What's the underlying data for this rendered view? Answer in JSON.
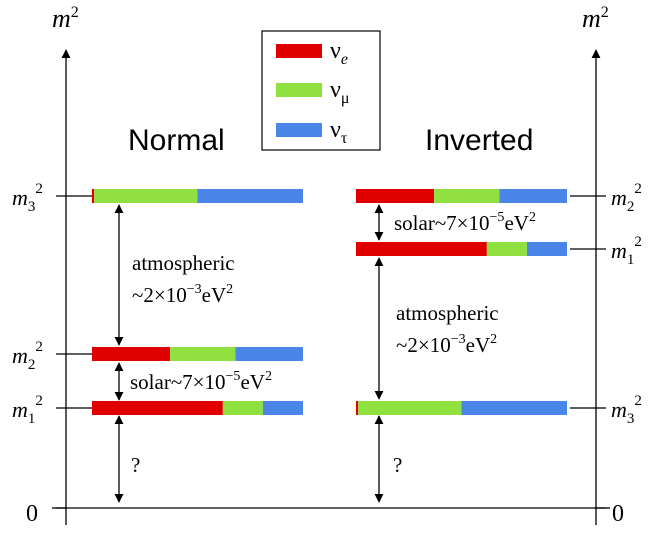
{
  "axes": {
    "left_label": "m",
    "left_label_sup": "2",
    "right_label": "m",
    "right_label_sup": "2",
    "zero_left": "0",
    "zero_right": "0"
  },
  "legend": {
    "items": [
      {
        "base": "ν",
        "sub": "e",
        "color": "#e00000"
      },
      {
        "base": "ν",
        "sub": "μ",
        "color": "#90e040"
      },
      {
        "base": "ν",
        "sub": "τ",
        "color": "#4a86e8"
      }
    ]
  },
  "normal": {
    "title": "Normal",
    "labels": {
      "m3": {
        "base": "m",
        "sub": "3",
        "sup": "2"
      },
      "m2": {
        "base": "m",
        "sub": "2",
        "sup": "2"
      },
      "m1": {
        "base": "m",
        "sub": "1",
        "sup": "2"
      }
    },
    "levels": {
      "m3": [
        0.01,
        0.49,
        0.5
      ],
      "m2": [
        0.37,
        0.31,
        0.32
      ],
      "m1": [
        0.62,
        0.19,
        0.19
      ]
    },
    "atmospheric_line1": "atmospheric",
    "atmospheric_line2_prefix": "~2×10",
    "atmospheric_exp": "−3",
    "atmospheric_unit": "eV",
    "atmospheric_unit_sup": "2",
    "solar_prefix": "solar~7×10",
    "solar_exp": "−5",
    "solar_unit": "eV",
    "solar_unit_sup": "2",
    "question": "?"
  },
  "inverted": {
    "title": "Inverted",
    "labels": {
      "m2": {
        "base": "m",
        "sub": "2",
        "sup": "2"
      },
      "m1": {
        "base": "m",
        "sub": "1",
        "sup": "2"
      },
      "m3": {
        "base": "m",
        "sub": "3",
        "sup": "2"
      }
    },
    "levels": {
      "m2": [
        0.37,
        0.31,
        0.32
      ],
      "m1": [
        0.62,
        0.19,
        0.19
      ],
      "m3": [
        0.01,
        0.49,
        0.5
      ]
    },
    "solar_prefix": "solar~7×10",
    "solar_exp": "−5",
    "solar_unit": "eV",
    "solar_unit_sup": "2",
    "atmospheric_line1": "atmospheric",
    "atmospheric_line2_prefix": "~2×10",
    "atmospheric_exp": "−3",
    "atmospheric_unit": "eV",
    "atmospheric_unit_sup": "2",
    "question": "?"
  }
}
